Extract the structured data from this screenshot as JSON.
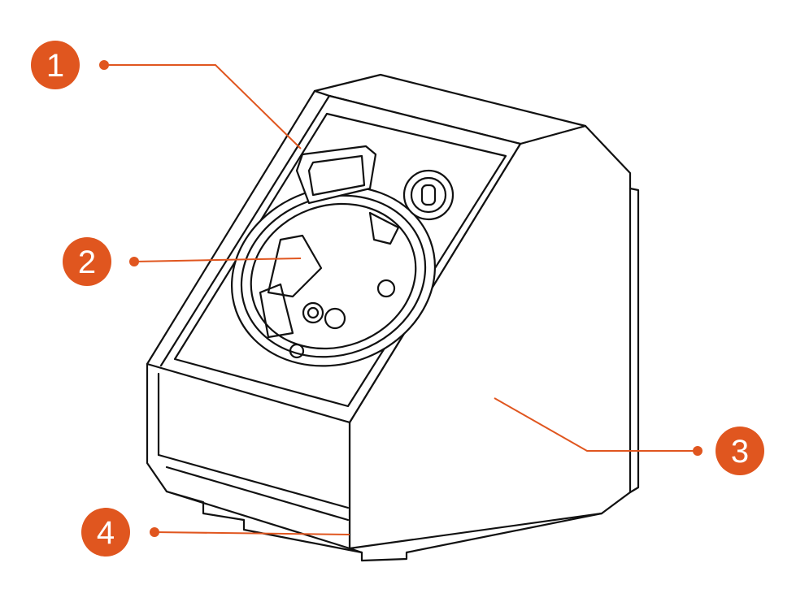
{
  "colors": {
    "accent": "#e0561f",
    "line": "#111111",
    "background": "#ffffff"
  },
  "callouts": [
    {
      "number": "1"
    },
    {
      "number": "2"
    },
    {
      "number": "3"
    },
    {
      "number": "4"
    }
  ]
}
